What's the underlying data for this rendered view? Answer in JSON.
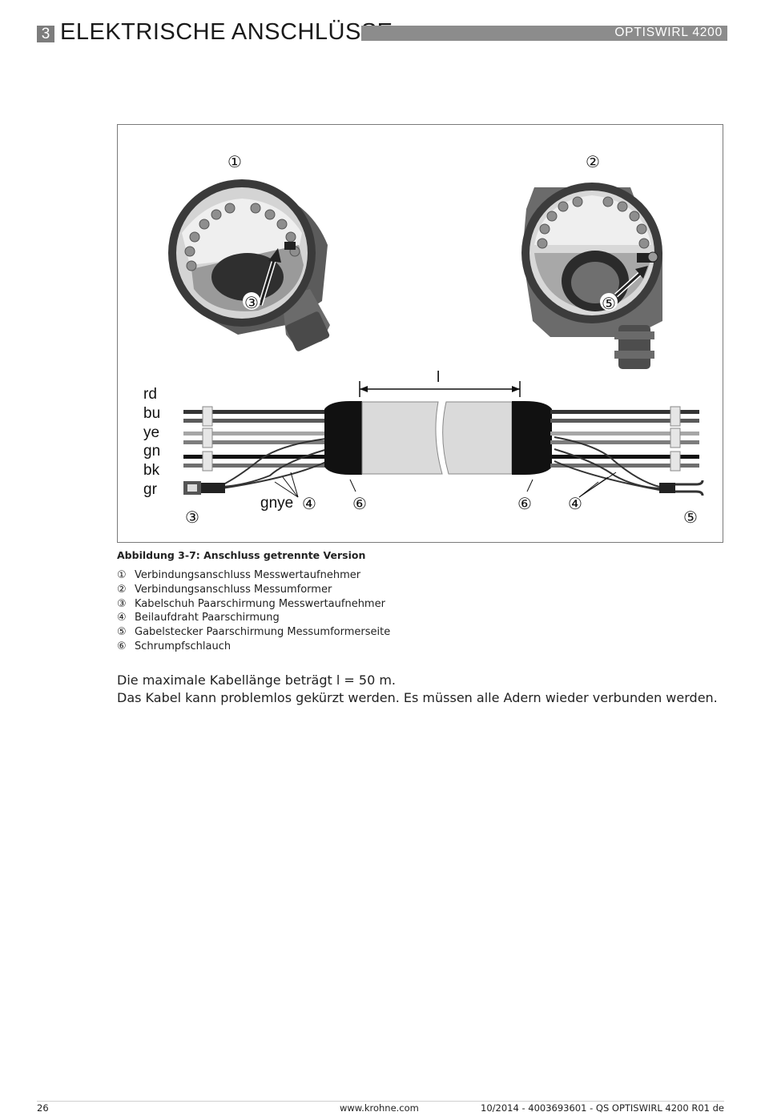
{
  "header": {
    "chapter_number": "3",
    "chapter_title": "ELEKTRISCHE ANSCHLÜSSE",
    "product": "OPTISWIRL 4200"
  },
  "figure": {
    "callouts": {
      "c1": "①",
      "c2": "②",
      "c3a": "③",
      "c5a": "⑤",
      "c3b": "③",
      "c4a": "④",
      "c6a": "⑥",
      "c6b": "⑥",
      "c4b": "④",
      "c5b": "⑤"
    },
    "wire_labels": [
      "rd",
      "bu",
      "ye",
      "gn",
      "bk",
      "gr"
    ],
    "drain_label": "gnye",
    "length_label": "l",
    "colors": {
      "outline": "#7a7a7a",
      "heatshrink": "#111111",
      "cable": "#d9d9d9",
      "housing": "#8a8a8a"
    }
  },
  "caption": "Abbildung 3-7: Anschluss getrennte Version",
  "legend": [
    {
      "num": "①",
      "text": "Verbindungsanschluss Messwertaufnehmer"
    },
    {
      "num": "②",
      "text": "Verbindungsanschluss Messumformer"
    },
    {
      "num": "③",
      "text": "Kabelschuh Paarschirmung Messwertaufnehmer"
    },
    {
      "num": "④",
      "text": "Beilaufdraht Paarschirmung"
    },
    {
      "num": "⑤",
      "text": "Gabelstecker Paarschirmung Messumformerseite"
    },
    {
      "num": "⑥",
      "text": "Schrumpfschlauch"
    }
  ],
  "body": {
    "line1": "Die maximale Kabellänge beträgt l =  50 m.",
    "line2": "Das Kabel kann problemlos gekürzt werden. Es müssen alle Adern wieder verbunden werden."
  },
  "footer": {
    "page": "26",
    "url": "www.krohne.com",
    "doc": "10/2014 - 4003693601 - QS OPTISWIRL 4200 R01 de"
  }
}
